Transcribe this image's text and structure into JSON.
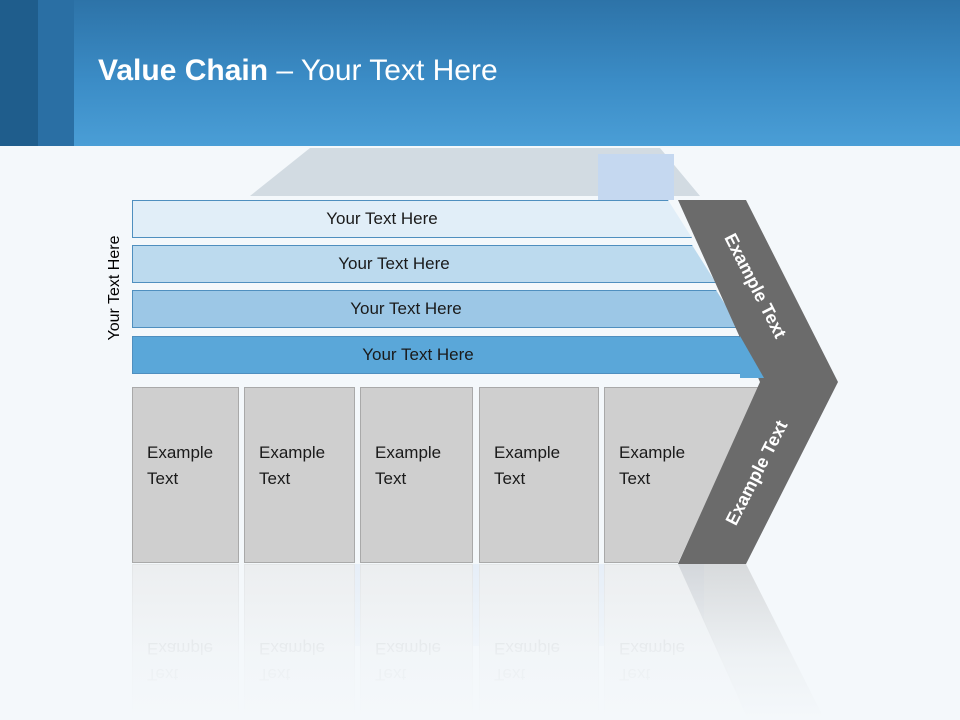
{
  "title": {
    "bold": "Value Chain",
    "rest": " – Your Text Here"
  },
  "side_label": "Your Text Here",
  "bars": [
    {
      "label": "Your Text Here",
      "color": "#e1eef8"
    },
    {
      "label": "Your Text Here",
      "color": "#bcdaee"
    },
    {
      "label": "Your Text Here",
      "color": "#9cc7e6"
    },
    {
      "label": "Your Text Here",
      "color": "#5aa7d9"
    }
  ],
  "boxes": [
    {
      "line1": "Example",
      "line2": "Text"
    },
    {
      "line1": "Example",
      "line2": "Text"
    },
    {
      "line1": "Example",
      "line2": "Text"
    },
    {
      "line1": "Example",
      "line2": "Text"
    },
    {
      "line1": "Example",
      "line2": "Text"
    }
  ],
  "chevron": {
    "top_label": "Example Text",
    "bottom_label": "Example Text",
    "color": "#6b6b6b"
  }
}
